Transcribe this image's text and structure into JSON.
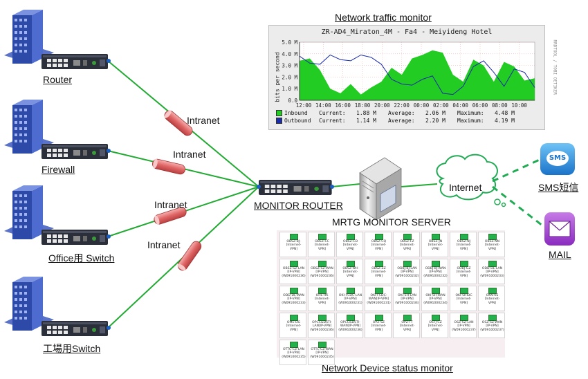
{
  "colors": {
    "link": "#22aa33",
    "intranet_tube": "#e88080",
    "wan_dashed": "#22aa55",
    "inbound": "#22cc22",
    "outbound": "#1a2ca8",
    "building": "#3d56b8"
  },
  "labels": {
    "router": "Router",
    "firewall": "Firewall",
    "office_switch": "Office用 Switch",
    "factory_switch": "工場用Switch",
    "monitor_router": "MONITOR ROUTER",
    "mrtg_server": "MRTG MONITOR SERVER",
    "internet": "Internet",
    "sms": "SMS短信",
    "mail": "MAIL",
    "traffic_monitor_title": "Network traffic monitor",
    "device_monitor_title": "Network Device status monitor",
    "sms_badge": "SMS"
  },
  "intranet_labels": [
    "Intranet",
    "Intranet",
    "Intranet",
    "Intranet"
  ],
  "traffic": {
    "graph_title": "ZR-AD4_Miraton_4M - Fa4 - Meiyideng Hotel",
    "ylabel": "bits per second",
    "side_text": "RRDTOOL / TOBI OETIKER",
    "y_ticks": [
      "0.0",
      "1.0 M",
      "2.0 M",
      "3.0 M",
      "4.0 M",
      "5.0 M"
    ],
    "x_ticks": [
      "12:00",
      "14:00",
      "16:00",
      "18:00",
      "20:00",
      "22:00",
      "00:00",
      "02:00",
      "04:00",
      "06:00",
      "08:00",
      "10:00"
    ],
    "inbound": {
      "name": "Inbound",
      "current_label": "Current:",
      "current": "1.88 M",
      "average_label": "Average:",
      "average": "2.06 M",
      "max_label": "Maximum:",
      "maximum": "4.48 M"
    },
    "outbound": {
      "name": "Outbound",
      "current_label": "Current:",
      "current": "1.14 M",
      "average_label": "Average:",
      "average": "2.20 M",
      "max_label": "Maximum:",
      "maximum": "4.19 M"
    }
  },
  "chart_data": {
    "type": "area",
    "title": "ZR-AD4_Miraton_4M - Fa4 - Meiyideng Hotel",
    "xlabel": "",
    "ylabel": "bits per second",
    "ylim": [
      0,
      5
    ],
    "y_unit": "M",
    "x": [
      "12:00",
      "13:00",
      "14:00",
      "15:00",
      "16:00",
      "17:00",
      "18:00",
      "19:00",
      "20:00",
      "21:00",
      "22:00",
      "23:00",
      "00:00",
      "01:00",
      "02:00",
      "03:00",
      "04:00",
      "05:00",
      "06:00",
      "07:00",
      "08:00",
      "09:00",
      "10:00",
      "11:00"
    ],
    "series": [
      {
        "name": "Inbound",
        "values": [
          3.4,
          3.6,
          2.6,
          1.0,
          0.6,
          1.4,
          0.5,
          1.1,
          1.6,
          2.8,
          2.2,
          3.6,
          3.9,
          4.3,
          4.1,
          2.2,
          1.6,
          3.5,
          3.0,
          1.6,
          3.3,
          2.9,
          1.7,
          1.9
        ]
      },
      {
        "name": "Outbound",
        "values": [
          3.8,
          3.2,
          3.1,
          3.9,
          3.5,
          3.4,
          3.9,
          3.7,
          3.1,
          1.8,
          1.4,
          1.3,
          1.8,
          2.1,
          0.6,
          0.5,
          1.2,
          2.9,
          3.4,
          2.4,
          1.2,
          2.7,
          2.4,
          1.1
        ]
      }
    ],
    "grid": true,
    "legend": "bottom"
  },
  "devices": [
    "OBSZ-BJ-\n[Internet-\nVPN]",
    "OBSZ-CC\n[Internet-\nVPN]",
    "OBSZ-CD\n[Internet-\nVPN]",
    "OBSZ-CQ\n[Internet-\nVPN]",
    "OBSZ-FZ\n[Internet-\nVPN]",
    "OBSZ-JN\n[Internet-\nVPN]",
    "OBSZ-NJ\n[Internet-\nVPN]",
    "OBSZ-NN\n[Internet-\nVPN]",
    "OBSZ-SZ-LAN\n[IP-VPN]\n(W091000236)",
    "OBSZ-SZ-WAN\n[IP-VPN]\n(W091000236)",
    "OBSZ-WH\n[Internet-\nVPN]",
    "OBSZ-ZZ\n[Internet-\nVPN]",
    "ODBJ-BJ-LAN\n[IP-VPN]\n(W091000232)",
    "ODBJ-BJ-WAN\n[IP-VPN]\n(W091000232)",
    "ODBJ-GZ\n[Internet-\nVPN]",
    "ODD-DL-LAN\n[IP-VPN]\n(W091000233)",
    "ODD-DL-WAN\n[IP-VPN]\n(W091000233)",
    "OHL-HK\n[Internet-\nVPN]",
    "OKI-FCDC-LAN\n[IP-VPN]\n(W091000231)",
    "OKI-FCDC-\nWAN[IP-VPN]\n(W091000231)",
    "OKI-SH-LAN\n[IP-VPN]\n(W091000234)",
    "OKI-SH-WAN\n[IP-VPN]\n(W091000234)",
    "OKI-SHIDC\n[Internet-\nVPN]",
    "OKN-KS\n[Internet-\nVPN]",
    "OME-DG\n[Internet-\nVPN]",
    "OPCC&DSTI-\nLAN[IP-VPN]\n(W091000236)",
    "OPCC&DSTI-\nWAN[IP-VPN]\n(W091000236)",
    "OPZ-SZ\n[Internet-\nVPN]",
    "OPZ-TT\n[Internet-\nVPN]",
    "OSTJ-CZ\n[Internet-\nVPN]",
    "OSZ-SZ-LAN\n[IP-VPN]\n(W091000237)",
    "OSZ-SZ-WAN\n[IP-VPN]\n(W091000237)",
    "OTTC-CZ-LAN\n[IP-VPN]\n(W091000235)",
    "OTTC-CZ-WAN\n[IP-VPN]\n(W091000235)"
  ]
}
